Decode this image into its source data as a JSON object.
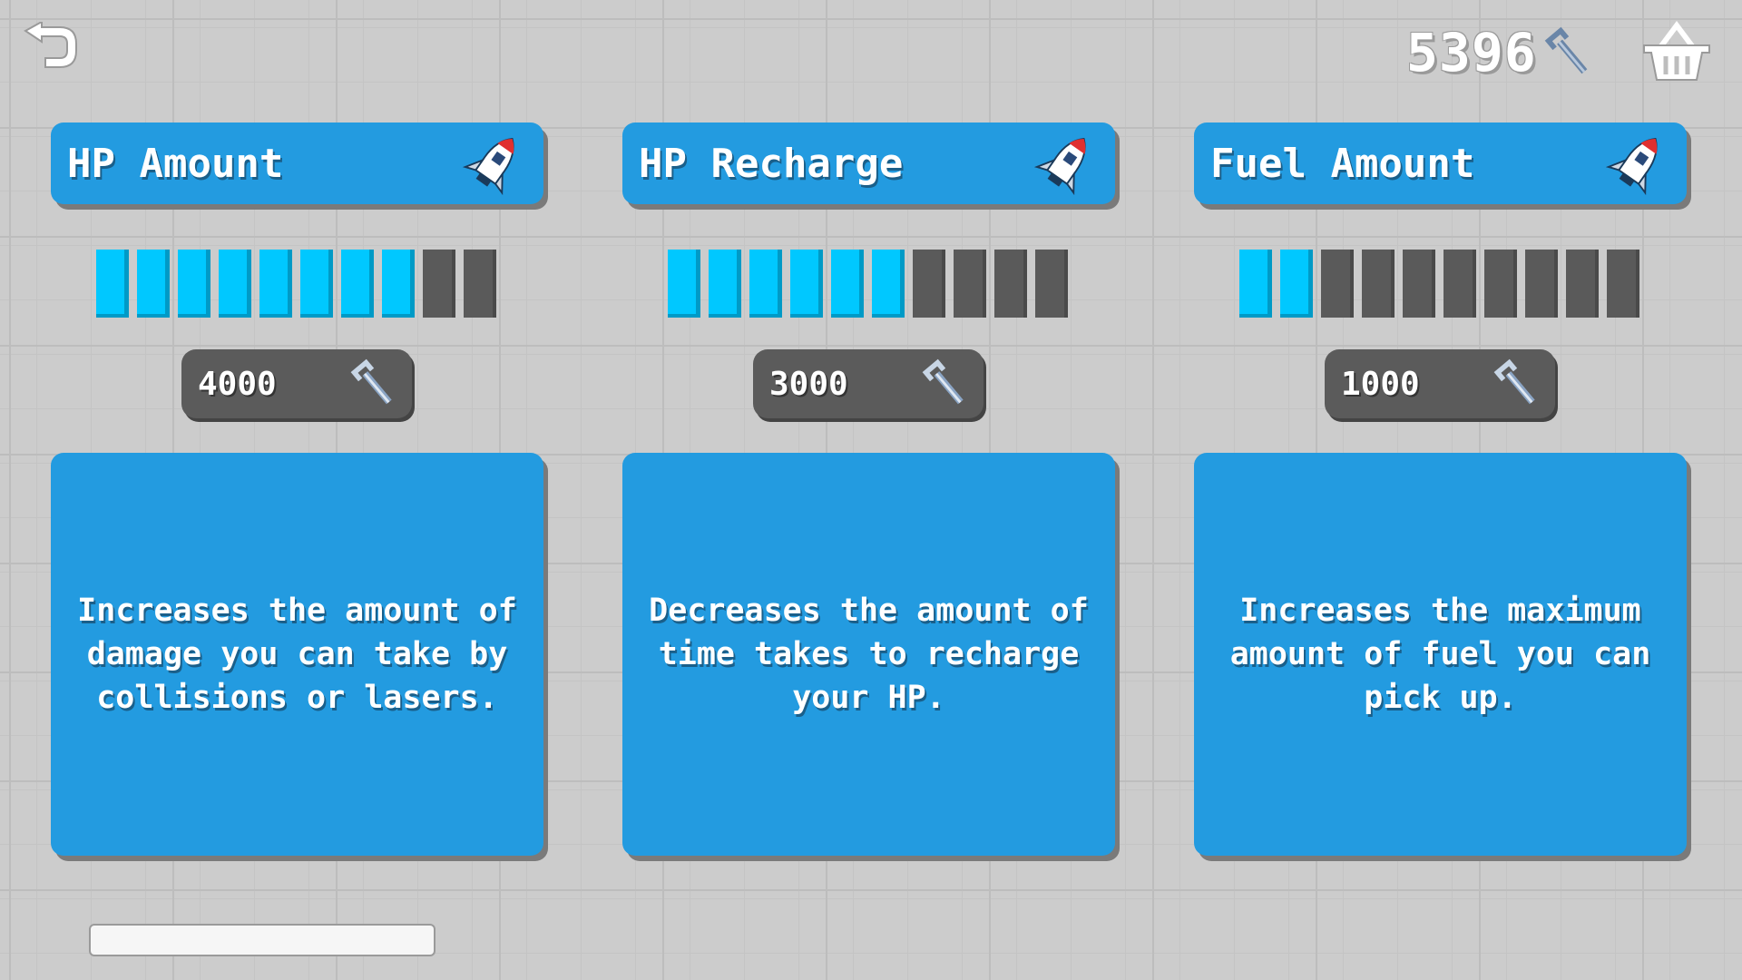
{
  "currency": {
    "value": "5396",
    "icon": "wrench-icon"
  },
  "nav": {
    "back_icon": "back-arrow-icon",
    "shop_icon": "shop-basket-icon"
  },
  "colors": {
    "panel_blue": "#239be0",
    "bar_on": "#00c8ff",
    "bar_off": "#5a5a5a",
    "price_bg": "#5b5b5b"
  },
  "upgrades": [
    {
      "title": "HP Amount",
      "level": 8,
      "max_level": 10,
      "price": "4000",
      "description": "Increases the amount of damage you can take by collisions or lasers."
    },
    {
      "title": "HP Recharge",
      "level": 6,
      "max_level": 10,
      "price": "3000",
      "description": "Decreases the amount of time takes to recharge your HP."
    },
    {
      "title": "Fuel Amount",
      "level": 2,
      "max_level": 10,
      "price": "1000",
      "description": "Increases the maximum amount of fuel you can pick up."
    }
  ]
}
